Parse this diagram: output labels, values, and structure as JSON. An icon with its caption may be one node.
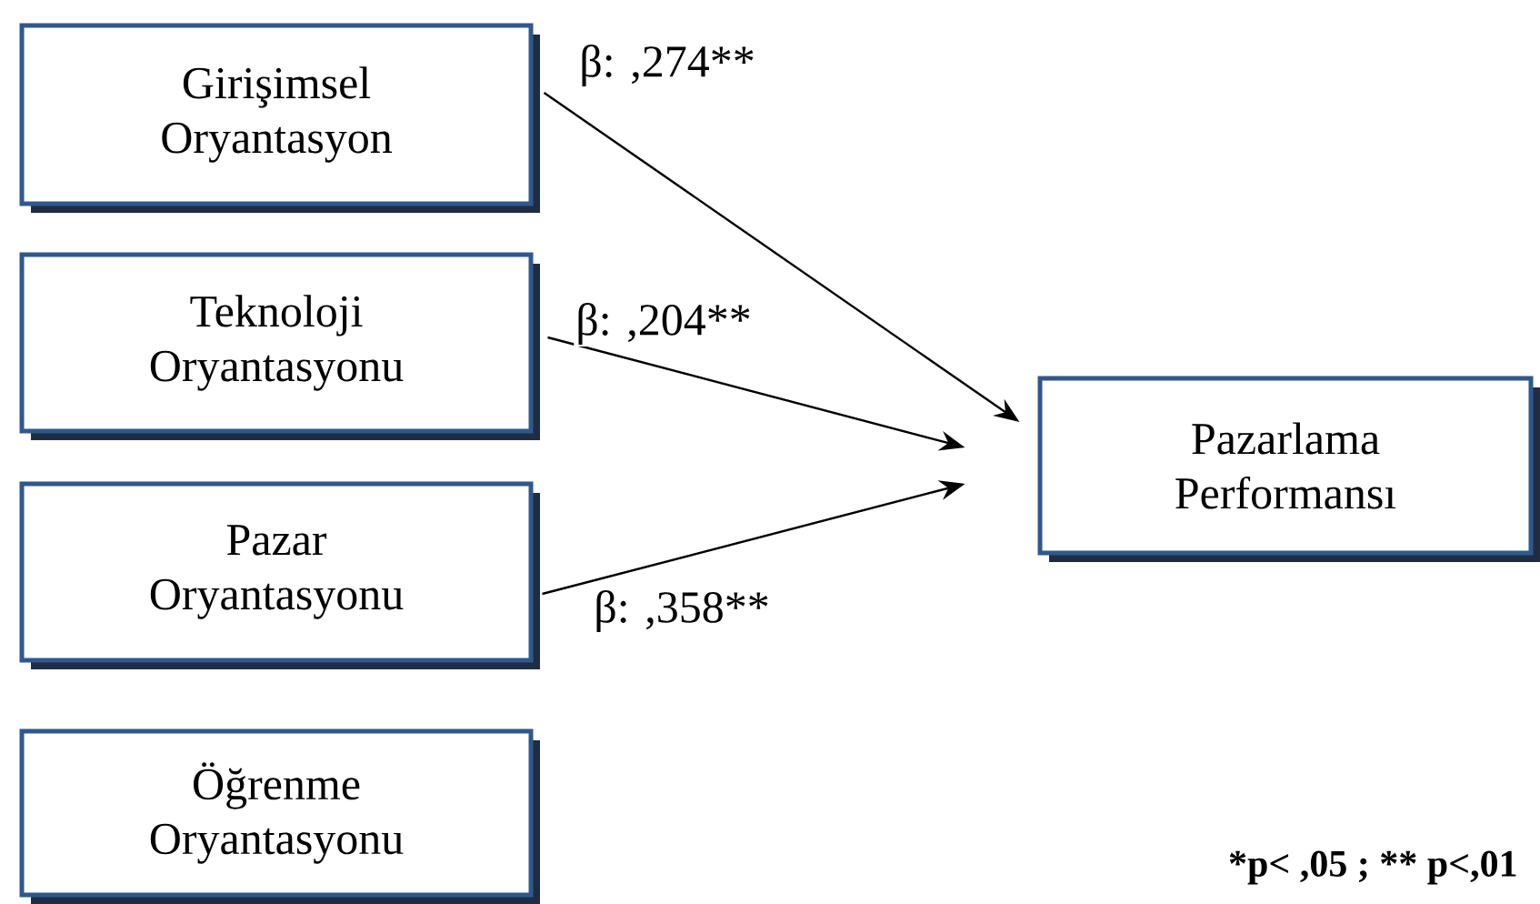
{
  "diagram": {
    "nodes": [
      {
        "text": [
          "Girişimsel Oryantasyon"
        ]
      },
      {
        "text": [
          "Teknoloji Oryantasyonu"
        ]
      },
      {
        "text": [
          "Pazar Oryantasyonu"
        ]
      },
      {
        "text": [
          "Öğrenme Oryantasyonu"
        ]
      },
      {
        "text": [
          "Pazarlama Performansı"
        ]
      }
    ],
    "edges": [
      {
        "from": 0,
        "to": 4,
        "arrow": "to",
        "label": "β: ,274**"
      },
      {
        "from": 1,
        "to": 4,
        "arrow": "to",
        "label": "β: ,204**"
      },
      {
        "from": 2,
        "to": 4,
        "arrow": "to",
        "label": "β: ,358**"
      }
    ],
    "labels": [
      "*p< ,05 ; ** p<,01"
    ]
  }
}
